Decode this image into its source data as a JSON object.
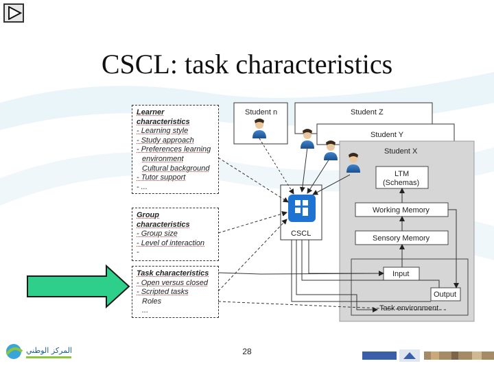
{
  "slide": {
    "title": "CSCL: task characteristics",
    "page_number": "28"
  },
  "learner_box": {
    "heading": [
      "Learner",
      "characteristics"
    ],
    "items": [
      "- Learning style",
      "- Study approach",
      "- Preferences learning",
      "  environment",
      "  Cultural background",
      "- Tutor support",
      "- ..."
    ]
  },
  "group_box": {
    "heading": [
      "Group",
      "characteristics"
    ],
    "items": [
      "- Group size",
      "- Level of interaction",
      "-"
    ]
  },
  "task_box": {
    "heading": [
      "Task characteristics"
    ],
    "items": [
      "- Open versus closed",
      "- Scripted tasks",
      "  Roles",
      "  ..."
    ]
  },
  "students": {
    "n": "Student n",
    "z": "Student Z",
    "y": "Student Y",
    "x": "Student X"
  },
  "model": {
    "ltm_line1": "LTM",
    "ltm_line2": "(Schemas)",
    "working_memory": "Working Memory",
    "sensory_memory": "Sensory Memory",
    "input": "Input",
    "output": "Output",
    "task_environment": "Task environment",
    "cscl": "CSCL"
  },
  "colors": {
    "arrow_fill": "#2ecf8a",
    "panel_grey": "#d6d6d6",
    "person_blue": "#2f6fb3",
    "cscl_blue": "#1e73d2"
  },
  "icons": {
    "play": "play-triangle-icon",
    "cscl_app": "cscl-app-icon",
    "person": "person-icon"
  },
  "logos": {
    "left_arabic": "المركز الوطني"
  }
}
